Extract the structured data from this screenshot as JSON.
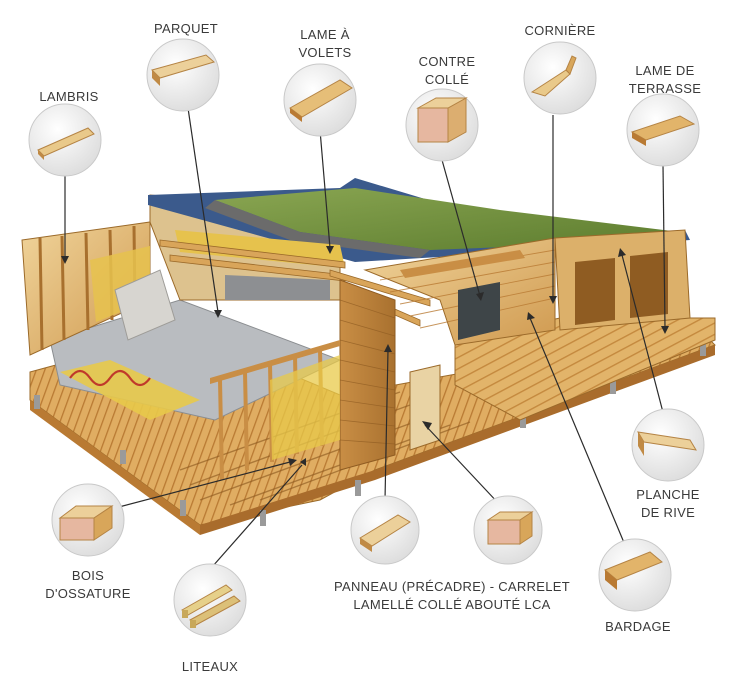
{
  "labels": {
    "lambris": "LAMBRIS",
    "parquet": "PARQUET",
    "lame_volets_1": "LAME À",
    "lame_volets_2": "VOLETS",
    "contre_colle_1": "CONTRE",
    "contre_colle_2": "COLLÉ",
    "corniere": "CORNIÈRE",
    "lame_terrasse_1": "LAME DE",
    "lame_terrasse_2": "TERRASSE",
    "planche_rive_1": "PLANCHE",
    "planche_rive_2": "DE RIVE",
    "bardage": "BARDAGE",
    "bois_ossature_1": "BOIS",
    "bois_ossature_2": "D'OSSATURE",
    "liteaux": "LITEAUX",
    "panneau_1": "PANNEAU (PRÉCADRE) - CARRELET",
    "panneau_2": "LAMELLÉ COLLÉ ABOUTÉ LCA"
  },
  "colors": {
    "wood_light": "#e9c98a",
    "wood_mid": "#d8a65a",
    "wood_dark": "#b97a33",
    "roof_green": "#6f8f3a",
    "roof_membrane": "#3b5a8c",
    "concrete": "#b9bcc0",
    "insulation": "#e8c94a",
    "circle_bg": "#ececec",
    "leader": "#2b2b2b"
  }
}
